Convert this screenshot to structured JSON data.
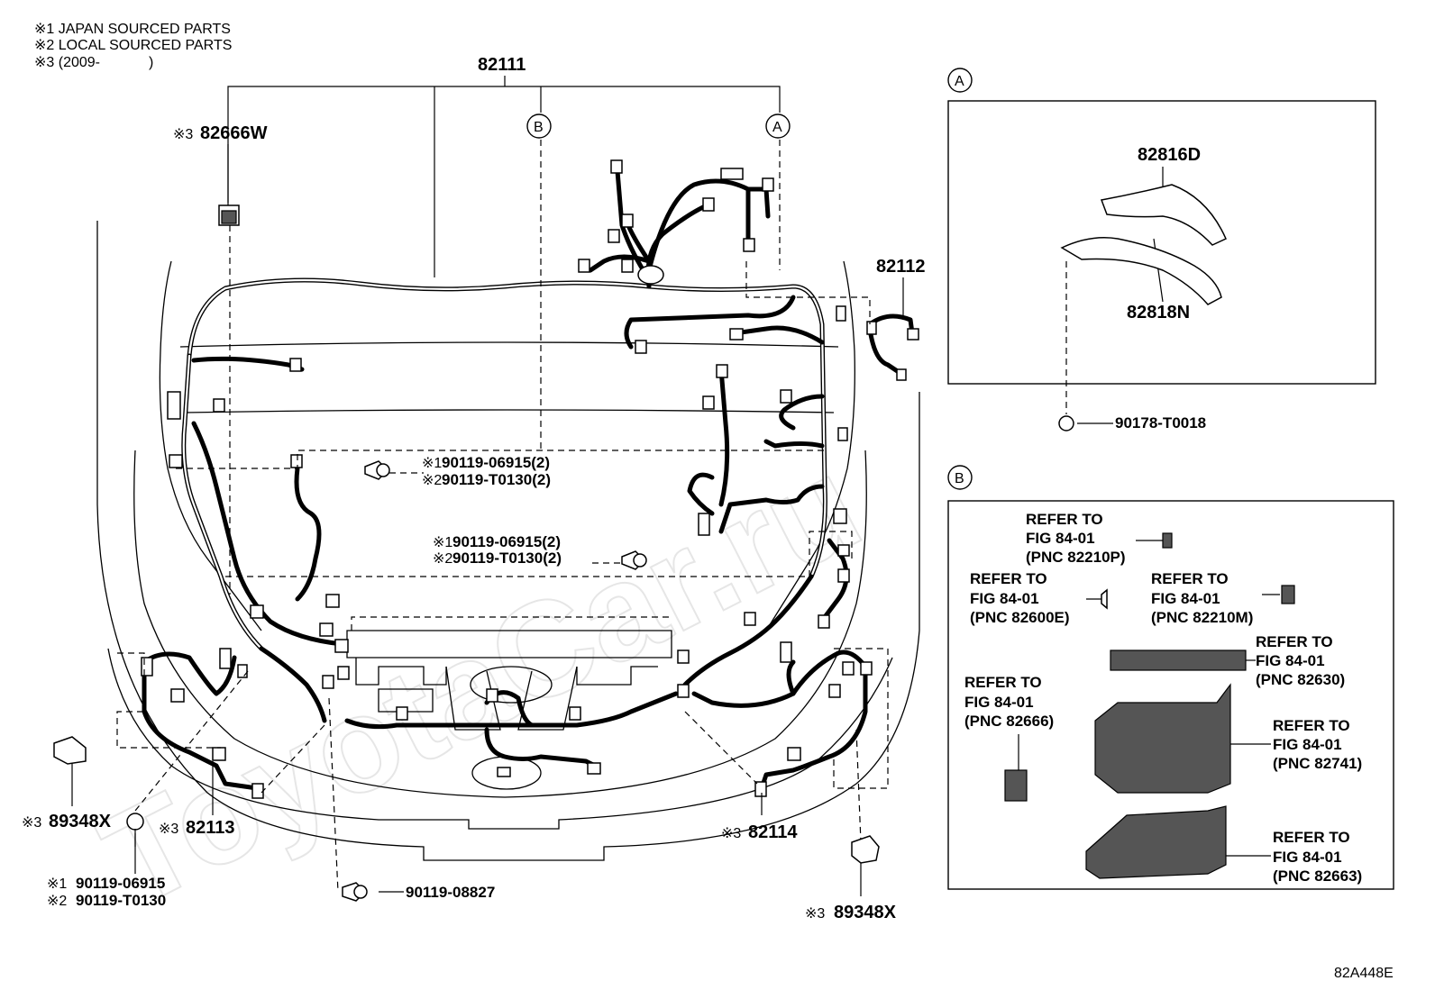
{
  "notes": [
    "※1 JAPAN SOURCED PARTS",
    "※2 LOCAL SOURCED PARTS",
    "※3 (2009-",
    ")"
  ],
  "parts": {
    "main_harness": "82111",
    "p82666W": "82666W",
    "p82112": "82112",
    "p82113": "82113",
    "p82114": "82114",
    "p89348X": "89348X",
    "p90119_08827": "90119-08827",
    "p82816D": "82816D",
    "p82818N": "82818N",
    "p90178": "90178-T0018"
  },
  "bolt_labels": {
    "a1": "90119-06915(2)",
    "a2": "90119-T0130(2)",
    "b1": "90119-06915",
    "b2": "90119-T0130"
  },
  "markers": {
    "m1": "※1",
    "m2": "※2",
    "m3": "※3"
  },
  "callouts": {
    "A": "A",
    "B": "B"
  },
  "refer": {
    "refer_to": "REFER TO",
    "fig": "FIG 84-01",
    "pnc_82210P": "(PNC 82210P)",
    "pnc_82600E": "(PNC 82600E)",
    "pnc_82210M": "(PNC 82210M)",
    "pnc_82630": "(PNC 82630)",
    "pnc_82666": "(PNC 82666)",
    "pnc_82741": "(PNC 82741)",
    "pnc_82663": "(PNC 82663)"
  },
  "watermark": "ToyotaCar.ru",
  "figure_code": "82A448E"
}
